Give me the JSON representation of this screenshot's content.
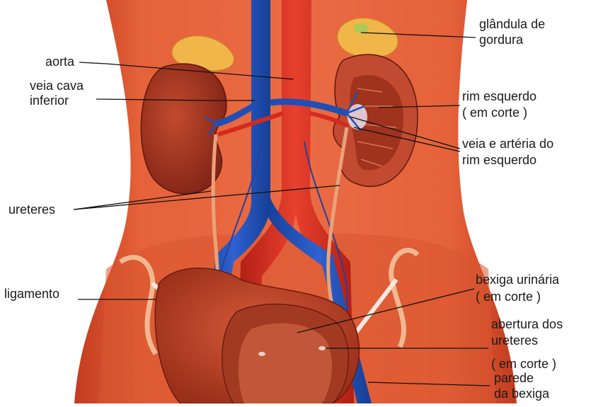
{
  "labels": {
    "aorta": "aorta",
    "veia_cava_1": "veia cava",
    "veia_cava_2": "inferior",
    "ureteres": "ureteres",
    "ligamento": "ligamento",
    "glandula_1": "glândula de",
    "glandula_2": "gordura",
    "rim_1": "rim esquerdo",
    "rim_2": "( em corte )",
    "veia_arteria_1": "veia e artéria do",
    "veia_arteria_2": "rim esquerdo",
    "bexiga_1": "bexiga urinária",
    "bexiga_2": "( em corte )",
    "abertura_1": "abertura dos",
    "abertura_2": "ureteres",
    "abertura_3": "( em corte )",
    "parede_1": "parede",
    "parede_2": "da bexiga"
  },
  "colors": {
    "background": "#ffffff",
    "skin": "#e0572f",
    "skin_dark": "#b8341b",
    "artery": "#d42a1f",
    "vein": "#1f4fb5",
    "kidney": "#a8321f",
    "fat_gland": "#f0b64a",
    "bladder": "#c2452a",
    "ureter": "#e8a27a"
  }
}
